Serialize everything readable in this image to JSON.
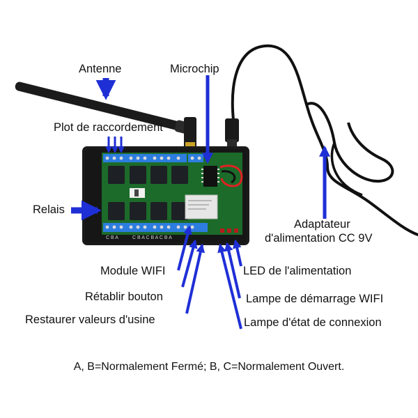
{
  "labels": {
    "antenna": "Antenne",
    "microchip": "Microchip",
    "terminal": "Plot de raccordement",
    "relay": "Relais",
    "adapter_line1": "Adaptateur",
    "adapter_line2": "d'alimentation CC 9V",
    "wifi_module": "Module WIFI",
    "reset_button": "Rétablir bouton",
    "factory_restore": "Restaurer valeurs d'usine",
    "power_led": "LED de l'alimentation",
    "wifi_start_lamp": "Lampe de démarrage WIFI",
    "connection_lamp": "Lampe d'état de connexion"
  },
  "board": {
    "terminal_letters_left": "C B A",
    "terminal_letters_right": "C B A C B A C B A"
  },
  "footnote": "A, B=Normalement Fermé; B, C=Normalement Ouvert.",
  "colors": {
    "arrow": "#1f2fd6",
    "pcb": "#1c6b2a",
    "enclosure": "#1a1a1a",
    "relay": "#1d2024",
    "terminal": "#2d7de0"
  }
}
